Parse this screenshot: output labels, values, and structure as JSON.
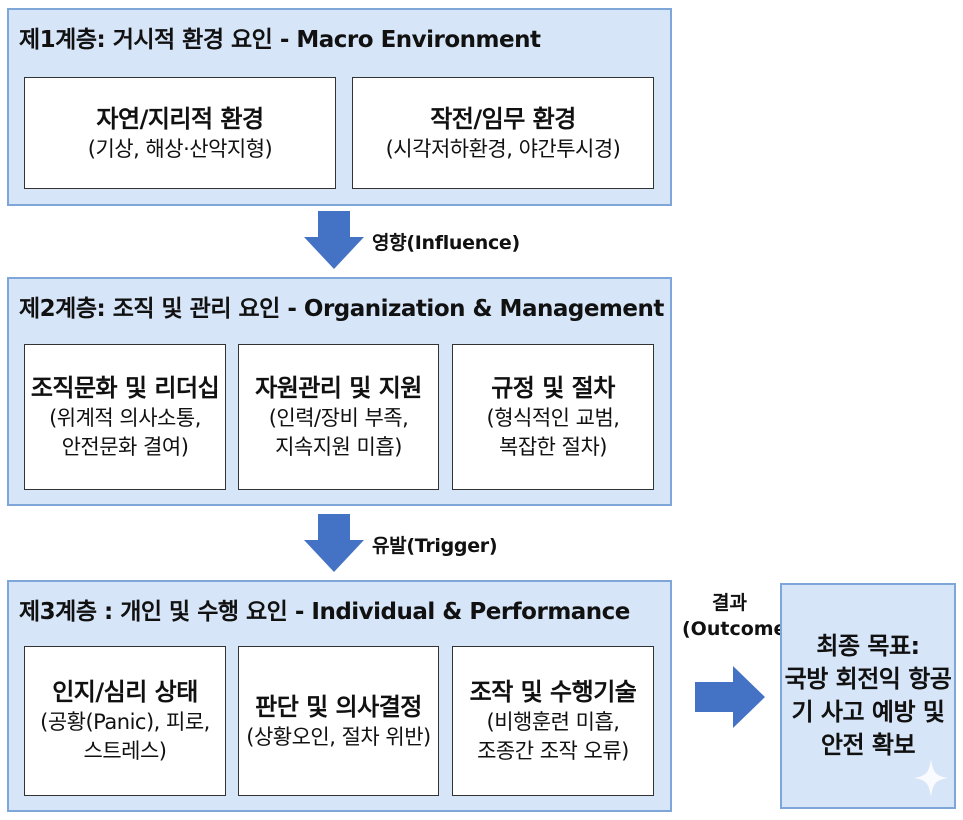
{
  "tiers": [
    {
      "title": "제1계층: 거시적 환경 요인 - Macro Environment",
      "boxes": [
        {
          "title": "자연/지리적 환경",
          "desc": "(기상, 해상·산악지형)"
        },
        {
          "title": "작전/임무 환경",
          "desc": "(시각저하환경, 야간투시경)"
        }
      ]
    },
    {
      "title": "제2계층: 조직 및 관리 요인 - Organization & Management",
      "boxes": [
        {
          "title": "조직문화 및 리더십",
          "desc1": "(위계적 의사소통,",
          "desc2": "안전문화 결여)"
        },
        {
          "title": "자원관리 및 지원",
          "desc1": "(인력/장비 부족,",
          "desc2": "지속지원 미흡)"
        },
        {
          "title": "규정 및 절차",
          "desc1": "(형식적인 교범,",
          "desc2": "복잡한 절차)"
        }
      ]
    },
    {
      "title": "제3계층 : 개인 및 수행 요인 - Individual & Performance",
      "boxes": [
        {
          "title": "인지/심리 상태",
          "desc1": "(공황(Panic), 피로,",
          "desc2": "스트레스)"
        },
        {
          "title": "판단 및 의사결정",
          "desc1": "(상황오인, 절차 위반)"
        },
        {
          "title": "조작 및 수행기술",
          "desc1": "(비행훈련 미흡,",
          "desc2": "조종간 조작 오류)"
        }
      ]
    }
  ],
  "arrows": {
    "influence": "영향(Influence)",
    "trigger": "유발(Trigger)",
    "outcome_line1": "결과",
    "outcome_line2": "(Outcome)"
  },
  "goal": {
    "line1": "최종 목표:",
    "line2": "국방 회전익 항공",
    "line3": "기 사고 예방 및",
    "line4": "안전 확보"
  },
  "colors": {
    "tier_fill": "#d6e5f7",
    "tier_border": "#7ea6d9",
    "arrow_fill": "#4472c4"
  }
}
